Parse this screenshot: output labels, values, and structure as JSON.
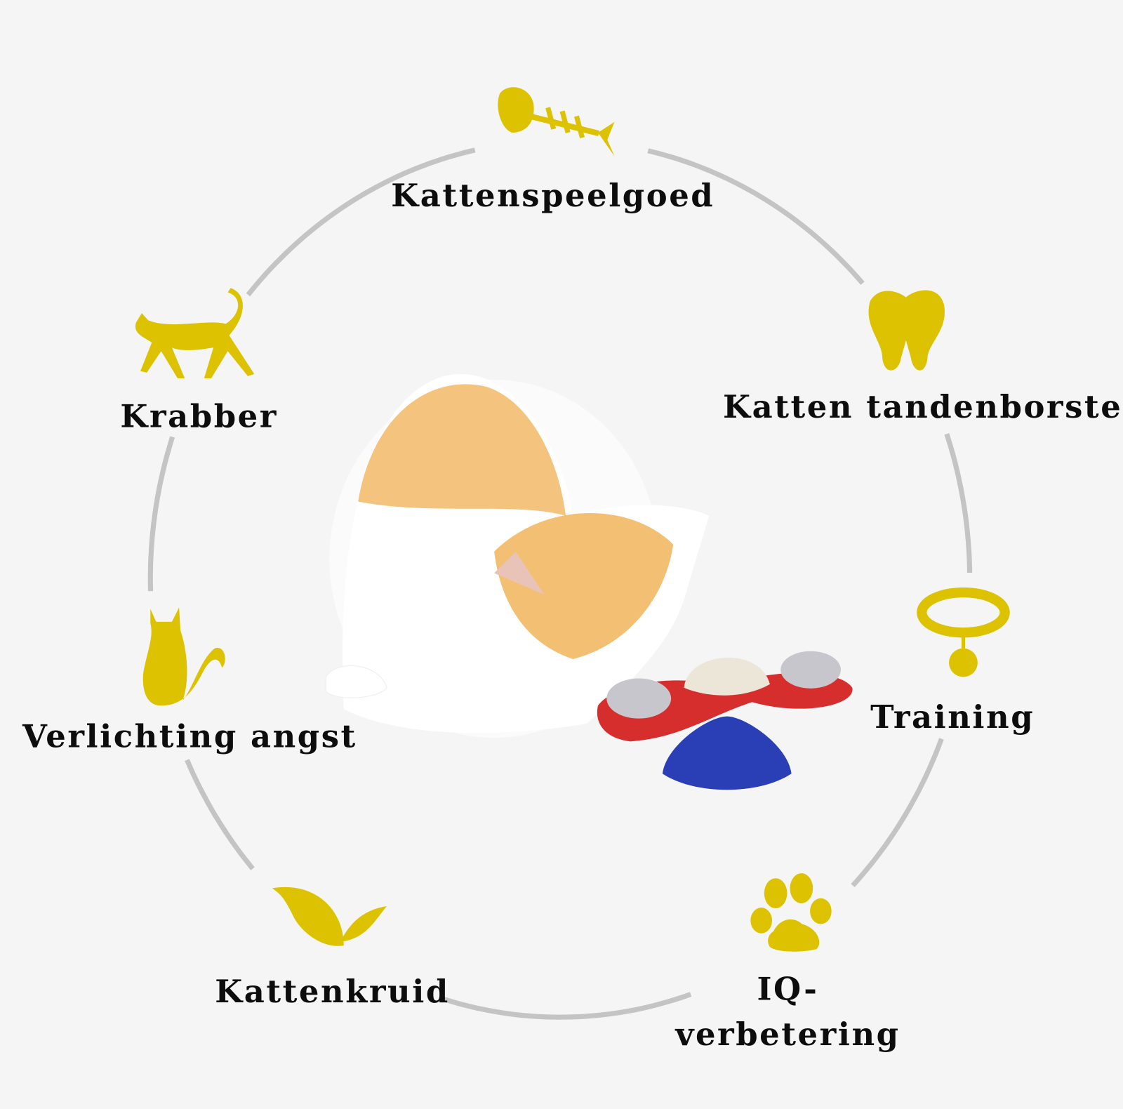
{
  "colors": {
    "background": "#f5f5f5",
    "icon": "#dcc200",
    "ring": "#c4c4c4",
    "text": "#0d0d0d"
  },
  "features": [
    {
      "label": "Kattenspeelgoed",
      "icon": "fish-bone-icon"
    },
    {
      "label": "Katten tandenborstel",
      "icon": "tooth-icon"
    },
    {
      "label": "Training",
      "icon": "collar-icon"
    },
    {
      "label_line1": "IQ-",
      "label_line2": "verbetering",
      "icon": "paw-icon"
    },
    {
      "label": "Kattenkruid",
      "icon": "leaf-icon"
    },
    {
      "label": "Verlichting angst",
      "icon": "sitting-cat-icon"
    },
    {
      "label": "Krabber",
      "icon": "walking-cat-icon"
    }
  ]
}
